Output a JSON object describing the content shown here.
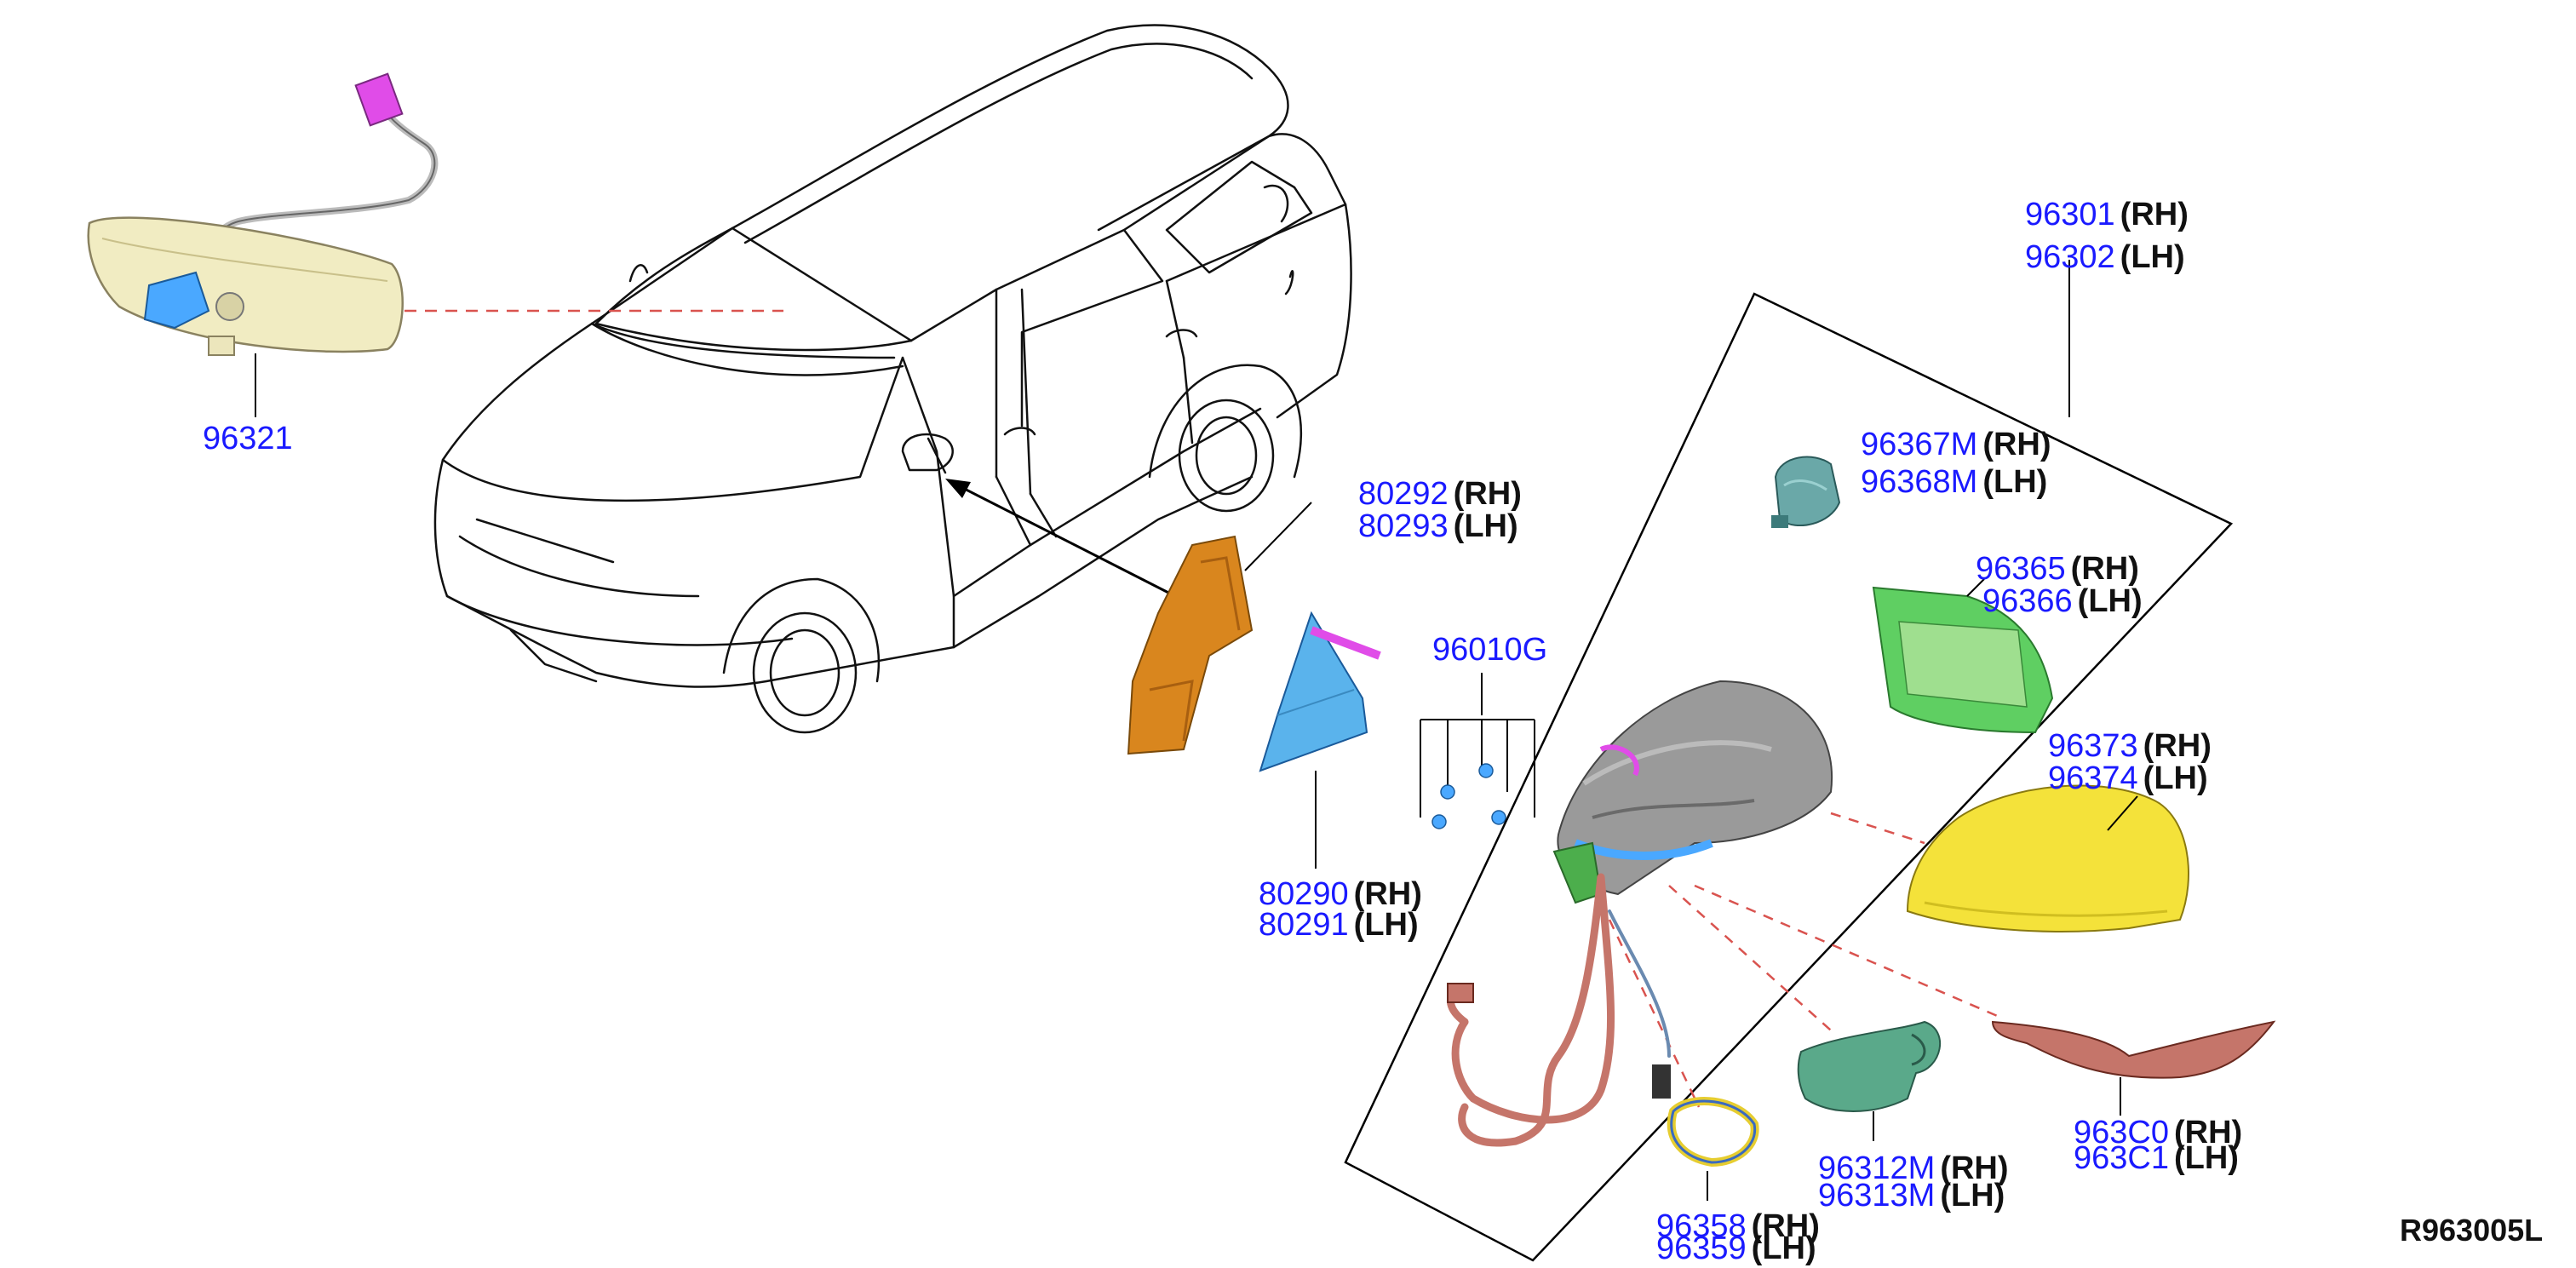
{
  "diagram": {
    "colors": {
      "part_number": "#1a1aff",
      "side_text": "#111111",
      "leader_line": "#000000",
      "dashed_line": "#d9534f",
      "inner_mirror": "#f1ecc2",
      "connector_blue": "#4aa8ff",
      "connector_magenta": "#e04ce8",
      "finisher_orange": "#d9861e",
      "cover_blue": "#5ab3ec",
      "glass_green": "#5fcf62",
      "cap_yellow": "#f4e23a",
      "harness_brown": "#c5756a",
      "motor_teal": "#6aa8a8",
      "cover_teal": "#5aa98a",
      "body_grey": "#9a9a9a"
    },
    "callouts": [
      {
        "id": "inside-mirror",
        "pn": "96321",
        "side": ""
      },
      {
        "id": "corner-finisher-inner",
        "pn": "80292",
        "side": "(RH)"
      },
      {
        "id": "corner-finisher-inner-lh",
        "pn": "80293",
        "side": "(LH)"
      },
      {
        "id": "clip",
        "pn": "96010G",
        "side": ""
      },
      {
        "id": "corner-cover",
        "pn": "80290",
        "side": "(RH)"
      },
      {
        "id": "corner-cover-lh",
        "pn": "80291",
        "side": "(LH)"
      },
      {
        "id": "door-mirror",
        "pn": "96301",
        "side": "(RH)"
      },
      {
        "id": "door-mirror-lh",
        "pn": "96302",
        "side": "(LH)"
      },
      {
        "id": "mirror-actuator",
        "pn": "96367M",
        "side": "(RH)"
      },
      {
        "id": "mirror-actuator-lh",
        "pn": "96368M",
        "side": "(LH)"
      },
      {
        "id": "mirror-glass",
        "pn": "96365",
        "side": "(RH)"
      },
      {
        "id": "mirror-glass-lh",
        "pn": "96366",
        "side": "(LH)"
      },
      {
        "id": "mirror-cap",
        "pn": "96373",
        "side": "(RH)"
      },
      {
        "id": "mirror-cap-lh",
        "pn": "96374",
        "side": "(LH)"
      },
      {
        "id": "turn-lamp",
        "pn": "963C0",
        "side": "(RH)"
      },
      {
        "id": "turn-lamp-lh",
        "pn": "963C1",
        "side": "(LH)"
      },
      {
        "id": "lower-cover",
        "pn": "96312M",
        "side": "(RH)"
      },
      {
        "id": "lower-cover-lh",
        "pn": "96313M",
        "side": "(LH)"
      },
      {
        "id": "puddle-lamp",
        "pn": "96358",
        "side": "(RH)"
      },
      {
        "id": "puddle-lamp-lh",
        "pn": "96359",
        "side": "(LH)"
      }
    ],
    "diagram_code": "R963005L"
  }
}
